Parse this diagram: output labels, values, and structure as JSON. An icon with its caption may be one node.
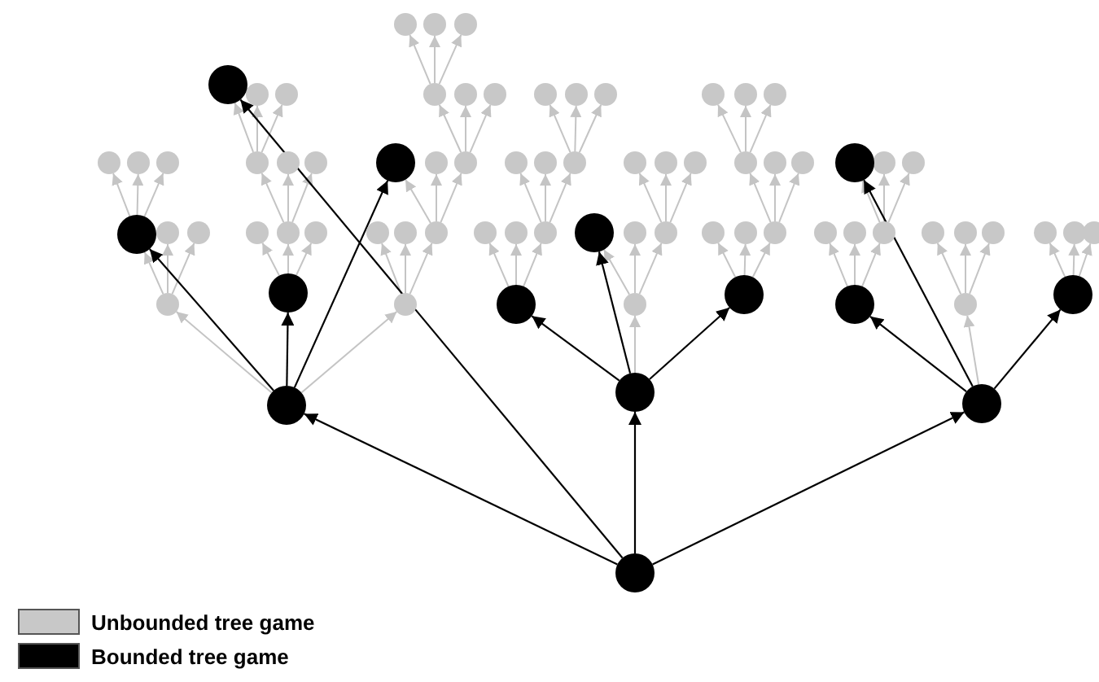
{
  "diagram": {
    "nodes": [
      {
        "text": [],
        "shape": "circle"
      },
      {
        "text": [],
        "shape": "circle"
      },
      {
        "text": [],
        "shape": "circle"
      },
      {
        "text": [],
        "shape": "circle"
      },
      {
        "text": [],
        "shape": "circle"
      },
      {
        "text": [],
        "shape": "circle"
      },
      {
        "text": [],
        "shape": "circle"
      },
      {
        "text": [],
        "shape": "circle"
      },
      {
        "text": [],
        "shape": "circle"
      },
      {
        "text": [],
        "shape": "circle"
      },
      {
        "text": [],
        "shape": "circle"
      },
      {
        "text": [],
        "shape": "circle"
      },
      {
        "text": [],
        "shape": "circle"
      },
      {
        "text": [],
        "shape": "circle"
      },
      {
        "text": [],
        "shape": "circle"
      },
      {
        "text": [],
        "shape": "circle"
      },
      {
        "text": [],
        "shape": "circle"
      },
      {
        "text": [],
        "shape": "circle"
      },
      {
        "text": [],
        "shape": "circle"
      },
      {
        "text": [],
        "shape": "circle"
      },
      {
        "text": [],
        "shape": "circle"
      },
      {
        "text": [],
        "shape": "circle"
      },
      {
        "text": [],
        "shape": "circle"
      },
      {
        "text": [],
        "shape": "circle"
      },
      {
        "text": [],
        "shape": "circle"
      },
      {
        "text": [],
        "shape": "circle"
      },
      {
        "text": [],
        "shape": "circle"
      },
      {
        "text": [],
        "shape": "circle"
      },
      {
        "text": [],
        "shape": "circle"
      },
      {
        "text": [],
        "shape": "circle"
      },
      {
        "text": [],
        "shape": "circle"
      },
      {
        "text": [],
        "shape": "circle"
      },
      {
        "text": [],
        "shape": "circle"
      },
      {
        "text": [],
        "shape": "circle"
      },
      {
        "text": [],
        "shape": "circle"
      },
      {
        "text": [],
        "shape": "circle"
      },
      {
        "text": [],
        "shape": "circle"
      },
      {
        "text": [],
        "shape": "circle"
      },
      {
        "text": [],
        "shape": "circle"
      },
      {
        "text": [],
        "shape": "circle"
      },
      {
        "text": [],
        "shape": "circle"
      },
      {
        "text": [],
        "shape": "circle"
      },
      {
        "text": [],
        "shape": "circle"
      },
      {
        "text": [],
        "shape": "circle"
      },
      {
        "text": [],
        "shape": "circle"
      },
      {
        "text": [],
        "shape": "circle"
      },
      {
        "text": [],
        "shape": "circle"
      },
      {
        "text": [],
        "shape": "circle"
      },
      {
        "text": [],
        "shape": "circle"
      },
      {
        "text": [],
        "shape": "circle"
      },
      {
        "text": [],
        "shape": "circle"
      },
      {
        "text": [],
        "shape": "circle"
      },
      {
        "text": [],
        "shape": "circle"
      },
      {
        "text": [],
        "shape": "circle"
      },
      {
        "text": [],
        "shape": "circle"
      },
      {
        "text": [],
        "shape": "circle"
      },
      {
        "text": [],
        "shape": "circle"
      },
      {
        "text": [],
        "shape": "circle"
      },
      {
        "text": [],
        "shape": "circle"
      },
      {
        "text": [],
        "shape": "circle"
      },
      {
        "text": [],
        "shape": "circle"
      },
      {
        "text": [],
        "shape": "circle"
      },
      {
        "text": [],
        "shape": "circle"
      },
      {
        "text": [],
        "shape": "circle"
      },
      {
        "text": [],
        "shape": "circle"
      },
      {
        "text": [],
        "shape": "circle"
      },
      {
        "text": [],
        "shape": "circle"
      },
      {
        "text": [],
        "shape": "circle"
      },
      {
        "text": [],
        "shape": "circle"
      },
      {
        "text": [],
        "shape": "circle"
      },
      {
        "text": [],
        "shape": "circle"
      },
      {
        "text": [],
        "shape": "circle"
      },
      {
        "text": [],
        "shape": "circle"
      },
      {
        "text": [],
        "shape": "circle"
      },
      {
        "text": [],
        "shape": "circle"
      },
      {
        "text": [],
        "shape": "circle"
      }
    ],
    "edges": [
      {
        "from": 63,
        "to": 36,
        "arrow": "to"
      },
      {
        "from": 63,
        "to": 37,
        "arrow": "to"
      },
      {
        "from": 63,
        "to": 38,
        "arrow": "to"
      },
      {
        "from": 64,
        "to": 39,
        "arrow": "to"
      },
      {
        "from": 64,
        "to": 40,
        "arrow": "to"
      },
      {
        "from": 64,
        "to": 41,
        "arrow": "to"
      },
      {
        "from": 65,
        "to": 42,
        "arrow": "to"
      },
      {
        "from": 65,
        "to": 43,
        "arrow": "to"
      },
      {
        "from": 65,
        "to": 44,
        "arrow": "to"
      },
      {
        "from": 66,
        "to": 45,
        "arrow": "to"
      },
      {
        "from": 66,
        "to": 46,
        "arrow": "to"
      },
      {
        "from": 66,
        "to": 47,
        "arrow": "to"
      },
      {
        "from": 67,
        "to": 48,
        "arrow": "to"
      },
      {
        "from": 67,
        "to": 49,
        "arrow": "to"
      },
      {
        "from": 67,
        "to": 50,
        "arrow": "to"
      },
      {
        "from": 68,
        "to": 51,
        "arrow": "to"
      },
      {
        "from": 68,
        "to": 52,
        "arrow": "to"
      },
      {
        "from": 68,
        "to": 53,
        "arrow": "to"
      },
      {
        "from": 69,
        "to": 54,
        "arrow": "to"
      },
      {
        "from": 69,
        "to": 55,
        "arrow": "to"
      },
      {
        "from": 69,
        "to": 56,
        "arrow": "to"
      },
      {
        "from": 70,
        "to": 57,
        "arrow": "to"
      },
      {
        "from": 70,
        "to": 58,
        "arrow": "to"
      },
      {
        "from": 70,
        "to": 59,
        "arrow": "to"
      },
      {
        "from": 71,
        "to": 60,
        "arrow": "to"
      },
      {
        "from": 71,
        "to": 61,
        "arrow": "to"
      },
      {
        "from": 71,
        "to": 62,
        "arrow": "to"
      },
      {
        "from": 36,
        "to": 15,
        "arrow": "to"
      },
      {
        "from": 36,
        "to": 16,
        "arrow": "to"
      },
      {
        "from": 36,
        "to": 17,
        "arrow": "to"
      },
      {
        "from": 40,
        "to": 18,
        "arrow": "to"
      },
      {
        "from": 40,
        "to": 19,
        "arrow": "to"
      },
      {
        "from": 40,
        "to": 20,
        "arrow": "to"
      },
      {
        "from": 44,
        "to": 21,
        "arrow": "to"
      },
      {
        "from": 44,
        "to": 22,
        "arrow": "to"
      },
      {
        "from": 44,
        "to": 23,
        "arrow": "to"
      },
      {
        "from": 47,
        "to": 24,
        "arrow": "to"
      },
      {
        "from": 47,
        "to": 25,
        "arrow": "to"
      },
      {
        "from": 47,
        "to": 26,
        "arrow": "to"
      },
      {
        "from": 50,
        "to": 27,
        "arrow": "to"
      },
      {
        "from": 50,
        "to": 28,
        "arrow": "to"
      },
      {
        "from": 50,
        "to": 29,
        "arrow": "to"
      },
      {
        "from": 53,
        "to": 30,
        "arrow": "to"
      },
      {
        "from": 53,
        "to": 31,
        "arrow": "to"
      },
      {
        "from": 53,
        "to": 32,
        "arrow": "to"
      },
      {
        "from": 56,
        "to": 33,
        "arrow": "to"
      },
      {
        "from": 56,
        "to": 34,
        "arrow": "to"
      },
      {
        "from": 56,
        "to": 35,
        "arrow": "to"
      },
      {
        "from": 18,
        "to": 3,
        "arrow": "to"
      },
      {
        "from": 18,
        "to": 4,
        "arrow": "to"
      },
      {
        "from": 18,
        "to": 5,
        "arrow": "to"
      },
      {
        "from": 23,
        "to": 6,
        "arrow": "to"
      },
      {
        "from": 23,
        "to": 7,
        "arrow": "to"
      },
      {
        "from": 23,
        "to": 8,
        "arrow": "to"
      },
      {
        "from": 26,
        "to": 9,
        "arrow": "to"
      },
      {
        "from": 26,
        "to": 10,
        "arrow": "to"
      },
      {
        "from": 26,
        "to": 11,
        "arrow": "to"
      },
      {
        "from": 30,
        "to": 12,
        "arrow": "to"
      },
      {
        "from": 30,
        "to": 13,
        "arrow": "to"
      },
      {
        "from": 30,
        "to": 14,
        "arrow": "to"
      },
      {
        "from": 6,
        "to": 0,
        "arrow": "to"
      },
      {
        "from": 6,
        "to": 1,
        "arrow": "to"
      },
      {
        "from": 6,
        "to": 2,
        "arrow": "to"
      },
      {
        "from": 72,
        "to": 63,
        "arrow": "to"
      },
      {
        "from": 72,
        "to": 65,
        "arrow": "to"
      },
      {
        "from": 73,
        "to": 67,
        "arrow": "to"
      },
      {
        "from": 74,
        "to": 70,
        "arrow": "to"
      },
      {
        "from": 75,
        "to": 72,
        "arrow": "to",
        "color": "#000000"
      },
      {
        "from": 75,
        "to": 73,
        "arrow": "to",
        "color": "#000000"
      },
      {
        "from": 75,
        "to": 74,
        "arrow": "to",
        "color": "#000000"
      },
      {
        "from": 75,
        "to": 3,
        "arrow": "to",
        "color": "#000000"
      },
      {
        "from": 72,
        "to": 64,
        "arrow": "to",
        "color": "#000000"
      },
      {
        "from": 72,
        "to": 36,
        "arrow": "to",
        "color": "#000000"
      },
      {
        "from": 72,
        "to": 21,
        "arrow": "to",
        "color": "#000000"
      },
      {
        "from": 73,
        "to": 66,
        "arrow": "to",
        "color": "#000000"
      },
      {
        "from": 73,
        "to": 68,
        "arrow": "to",
        "color": "#000000"
      },
      {
        "from": 73,
        "to": 48,
        "arrow": "to",
        "color": "#000000"
      },
      {
        "from": 74,
        "to": 69,
        "arrow": "to",
        "color": "#000000"
      },
      {
        "from": 74,
        "to": 71,
        "arrow": "to",
        "color": "#000000"
      },
      {
        "from": 74,
        "to": 33,
        "arrow": "to",
        "color": "#000000"
      }
    ],
    "legend": [
      {
        "text": "Unbounded tree game",
        "color": "#c8c8c8"
      },
      {
        "text": "Bounded tree game",
        "color": "#000000"
      }
    ]
  }
}
